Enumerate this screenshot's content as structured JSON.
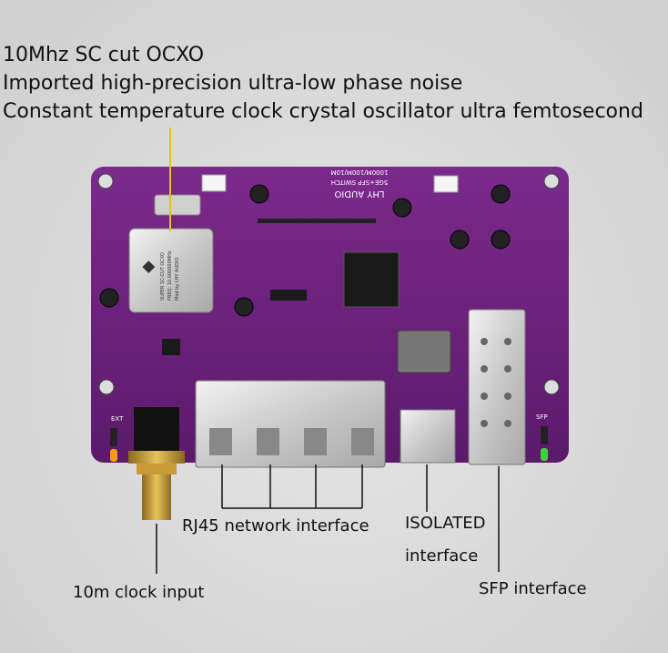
{
  "header": {
    "line1": "10Mhz SC cut OCXO",
    "line2": "Imported high-precision ultra-low phase noise",
    "line3": "Constant temperature clock crystal oscillator ultra femtosecond"
  },
  "callouts": {
    "rj45": "RJ45 network interface",
    "isolated_line1": "ISOLATED",
    "isolated_line2": "interface",
    "clock_input": "10m clock input",
    "sfp": "SFP interface"
  },
  "board": {
    "brand": "LHY AUDIO",
    "model": "5GE+SFP SWITCH",
    "speeds": "1000M/100M/10M",
    "ocxo_line1": "SUPER SC-CUT OCXO",
    "ocxo_line2": "FREQ: 10.000000MHz",
    "ocxo_line3": "Mod by LHY AUDIO",
    "ext_label": "EXT",
    "sfp_label": "SFP",
    "board_color": "#6a1f7a"
  }
}
